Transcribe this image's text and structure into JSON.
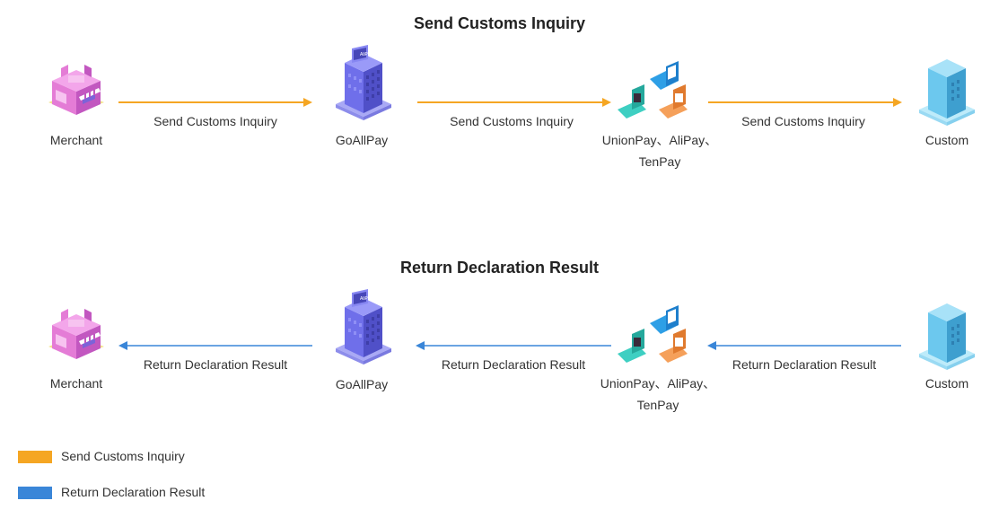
{
  "titles": {
    "top": "Send Customs Inquiry",
    "bottom": "Return Declaration Result"
  },
  "nodes": {
    "merchant": "Merchant",
    "goallpay": "GoAllPay",
    "payment_line1": "UnionPay、AliPay、",
    "payment_line2": "TenPay",
    "custom": "Custom"
  },
  "icon_text": {
    "building_sign": "AliPay"
  },
  "edges": {
    "send": "Send Customs Inquiry",
    "return": "Return Declaration Result"
  },
  "legend": {
    "send": "Send Customs Inquiry",
    "return": "Return Declaration Result"
  },
  "colors": {
    "send_arrow": "#F5A623",
    "return_arrow": "#3A86D8",
    "merchant": "#E57FD8",
    "goallpay": "#6B6BEA",
    "custom": "#5FC0E8"
  },
  "icons": [
    "merchant-shop-icon",
    "goallpay-building-icon",
    "payment-cards-icon",
    "customs-building-icon"
  ]
}
